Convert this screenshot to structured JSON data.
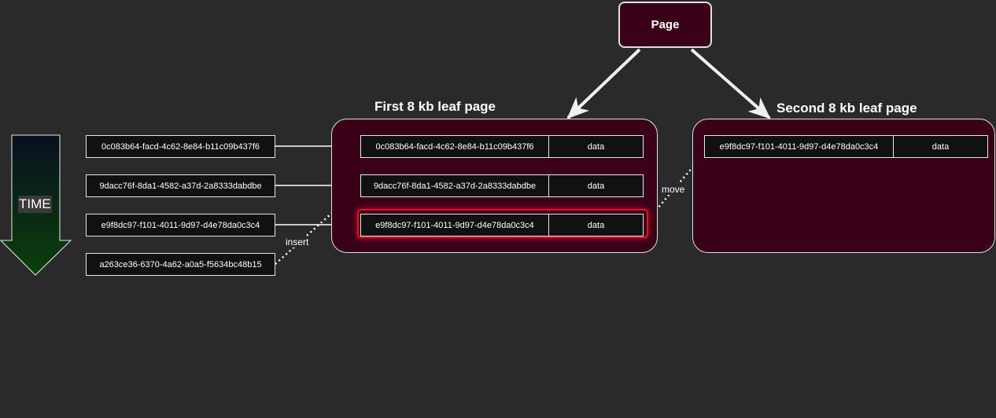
{
  "time_label": "TIME",
  "page_label": "Page",
  "first_leaf_title": "First 8 kb leaf page",
  "second_leaf_title": "Second 8 kb leaf page",
  "keys": [
    "0c083b64-facd-4c62-8e84-b11c09b437f6",
    "9dacc76f-8da1-4582-a37d-2a8333dabdbe",
    "e9f8dc97-f101-4011-9d97-d4e78da0c3c4",
    "a263ce36-6370-4a62-a0a5-f5634bc48b15"
  ],
  "first_leaf_rows": [
    {
      "key": "0c083b64-facd-4c62-8e84-b11c09b437f6",
      "value": "data"
    },
    {
      "key": "9dacc76f-8da1-4582-a37d-2a8333dabdbe",
      "value": "data"
    },
    {
      "key": "e9f8dc97-f101-4011-9d97-d4e78da0c3c4",
      "value": "data"
    }
  ],
  "second_leaf_rows": [
    {
      "key": "e9f8dc97-f101-4011-9d97-d4e78da0c3c4",
      "value": "data"
    }
  ],
  "insert_label": "insert",
  "move_label": "move",
  "colors": {
    "background": "#2a2a2a",
    "leaf_fill": "#3a0019",
    "highlight": "#e0102a",
    "time_arrow_top": "#0a1025",
    "time_arrow_bottom": "#0a3a0a"
  }
}
